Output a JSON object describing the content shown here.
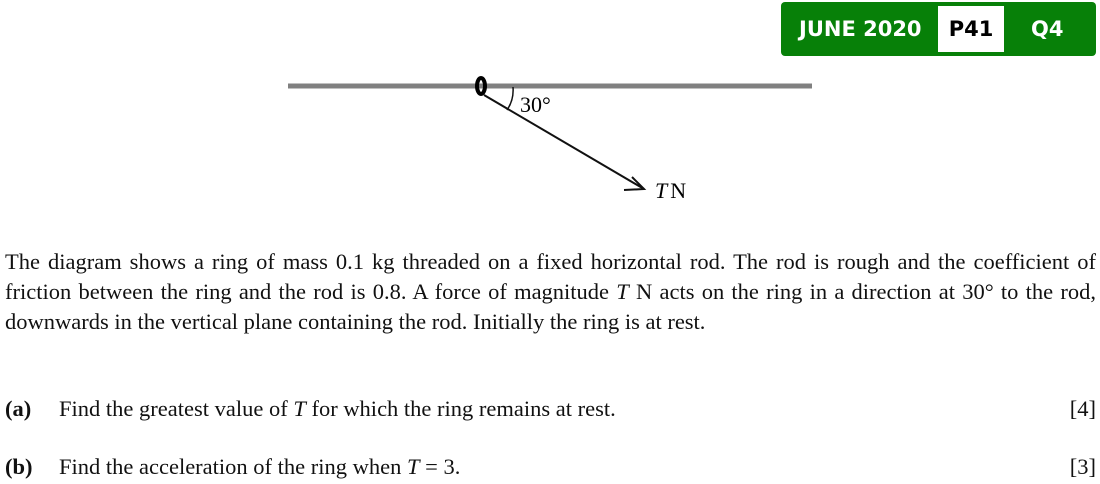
{
  "badge": {
    "session": "JUNE 2020",
    "paper": "P41",
    "question": "Q4",
    "color": "#078008"
  },
  "diagram": {
    "angle_label": "30°",
    "force_label_var": "T",
    "force_label_unit": "N"
  },
  "paragraph": "The diagram shows a ring of mass 0.1 kg threaded on a fixed horizontal rod. The rod is rough and the coefficient of friction between the ring and the rod is 0.8. A force of magnitude T N acts on the ring in a direction at 30° to the rod, downwards in the vertical plane containing the rod. Initially the ring is at rest.",
  "parts": [
    {
      "label": "(a)",
      "text": "Find the greatest value of T for which the ring remains at rest.",
      "marks": "[4]"
    },
    {
      "label": "(b)",
      "text": "Find the acceleration of the ring when T = 3.",
      "marks": "[3]"
    }
  ]
}
